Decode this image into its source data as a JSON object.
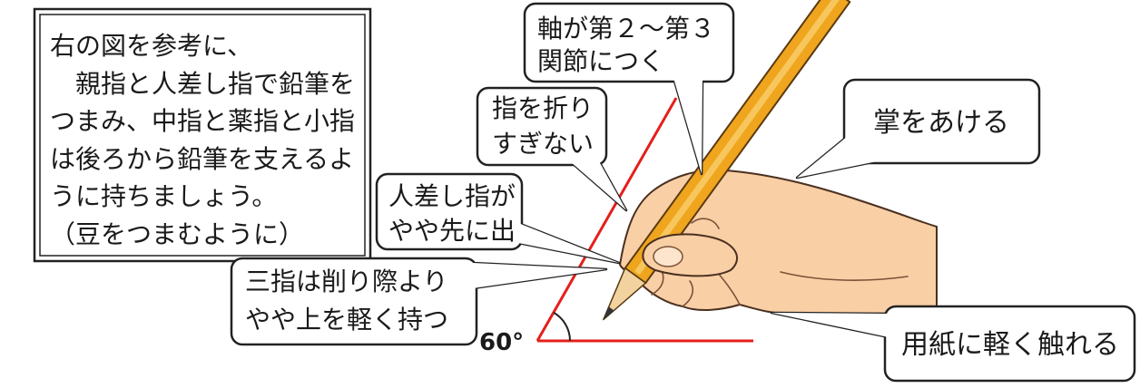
{
  "instructions": {
    "lines": [
      "右の図を参考に、",
      "　親指と人差し指で鉛筆を",
      "つまみ、中指と薬指と小指",
      "は後ろから鉛筆を支えるよ",
      "うに持ちましょう。",
      "（豆をつまむように）"
    ]
  },
  "callouts": {
    "shaft_on_joints": {
      "lines": [
        "軸が第２～第３",
        "関節につく"
      ]
    },
    "dont_bend_fingers": {
      "lines": [
        "指を折り",
        "すぎない"
      ]
    },
    "open_palm": {
      "lines": [
        "掌をあける"
      ]
    },
    "index_forward": {
      "lines": [
        "人差し指が",
        "やや先に出"
      ]
    },
    "three_fingers": {
      "lines": [
        "三指は削り際より",
        "やや上を軽く持つ"
      ]
    },
    "touch_paper": {
      "lines": [
        "用紙に軽く触れる"
      ]
    }
  },
  "angle": {
    "label": "60°"
  },
  "colors": {
    "angle_line": "#e3201b",
    "pencil_body": "#f0a51e",
    "skin": "#f9cfa5"
  }
}
